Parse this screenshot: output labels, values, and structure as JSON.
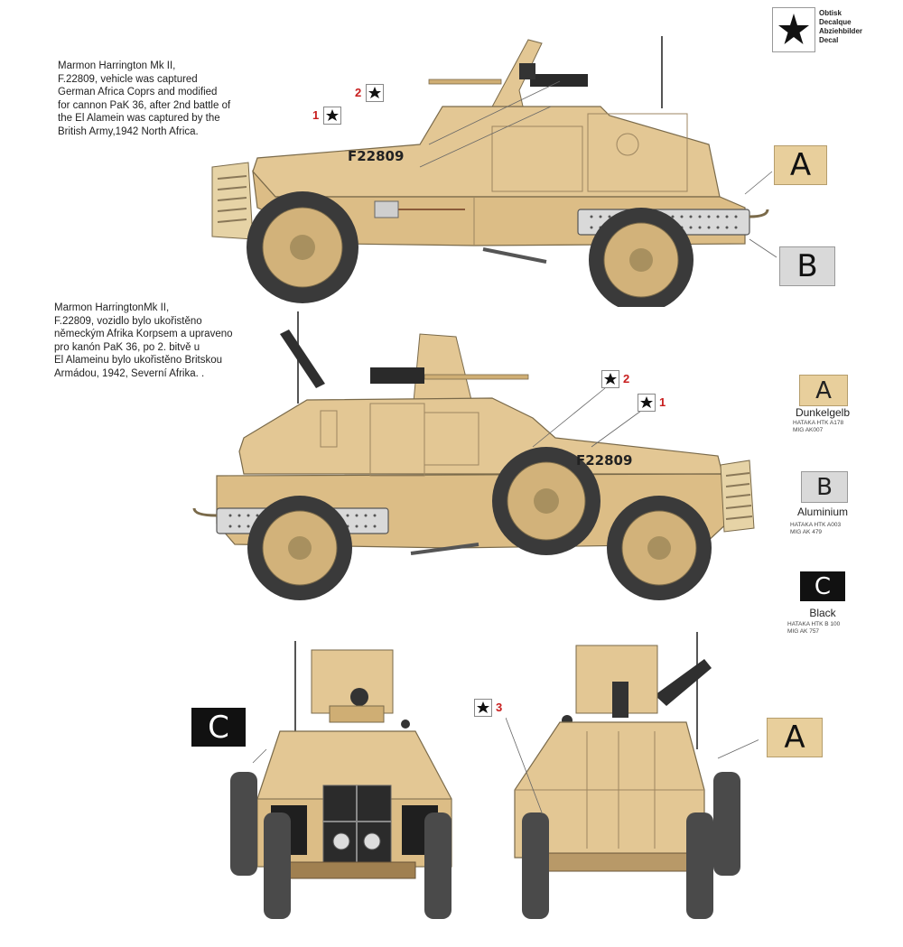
{
  "logo": {
    "lines": "Obtisk\nDecalque\nAbziehbilder\nDecal"
  },
  "captions": {
    "english": "Marmon Harrington Mk II,\nF.22809, vehicle was captured\nGerman Africa Coprs and modified\nfor cannon PaK 36, after 2nd battle of\nthe El Alamein was captured by the\nBritish Army,1942 North Africa.",
    "czech": "Marmon HarringtonMk II,\nF.22809,  vozidlo bylo ukořistěno\nněmeckým Afrika Korpsem a upraveno\npro kanón PaK 36, po 2. bitvě u\nEl Alameinu bylo ukořistěno Britskou\nArmádou, 1942, Severní Afrika. ."
  },
  "vehicle_serial": "F22809",
  "callouts": {
    "top_a": "A",
    "top_b": "B",
    "front_c": "C",
    "rear_a": "A"
  },
  "decal_markers": {
    "d1": "1",
    "d2": "2",
    "d3": "3"
  },
  "legend": [
    {
      "letter": "A",
      "name": "Dunkelgelb",
      "codes": "HATAKA HTK  A178\nMIG  AK007",
      "swatch": "#e8cf9c",
      "text": "#111111"
    },
    {
      "letter": "B",
      "name": "Aluminium",
      "codes": "HATAKA HTK  A003\nMIG  AK 479",
      "swatch": "#d9d9d9",
      "text": "#111111"
    },
    {
      "letter": "C",
      "name": "Black",
      "codes": "HATAKA HTK  B 100\nMIG  AK 757",
      "swatch": "#111111",
      "text": "#ffffff"
    }
  ],
  "colors": {
    "dunkelgelb": "#e3c794",
    "dunkelgelb_shade": "#cfae74",
    "aluminium": "#d9d9d9",
    "black": "#111111",
    "tyre": "#3a3a3a",
    "decal_red": "#c81e1e"
  }
}
